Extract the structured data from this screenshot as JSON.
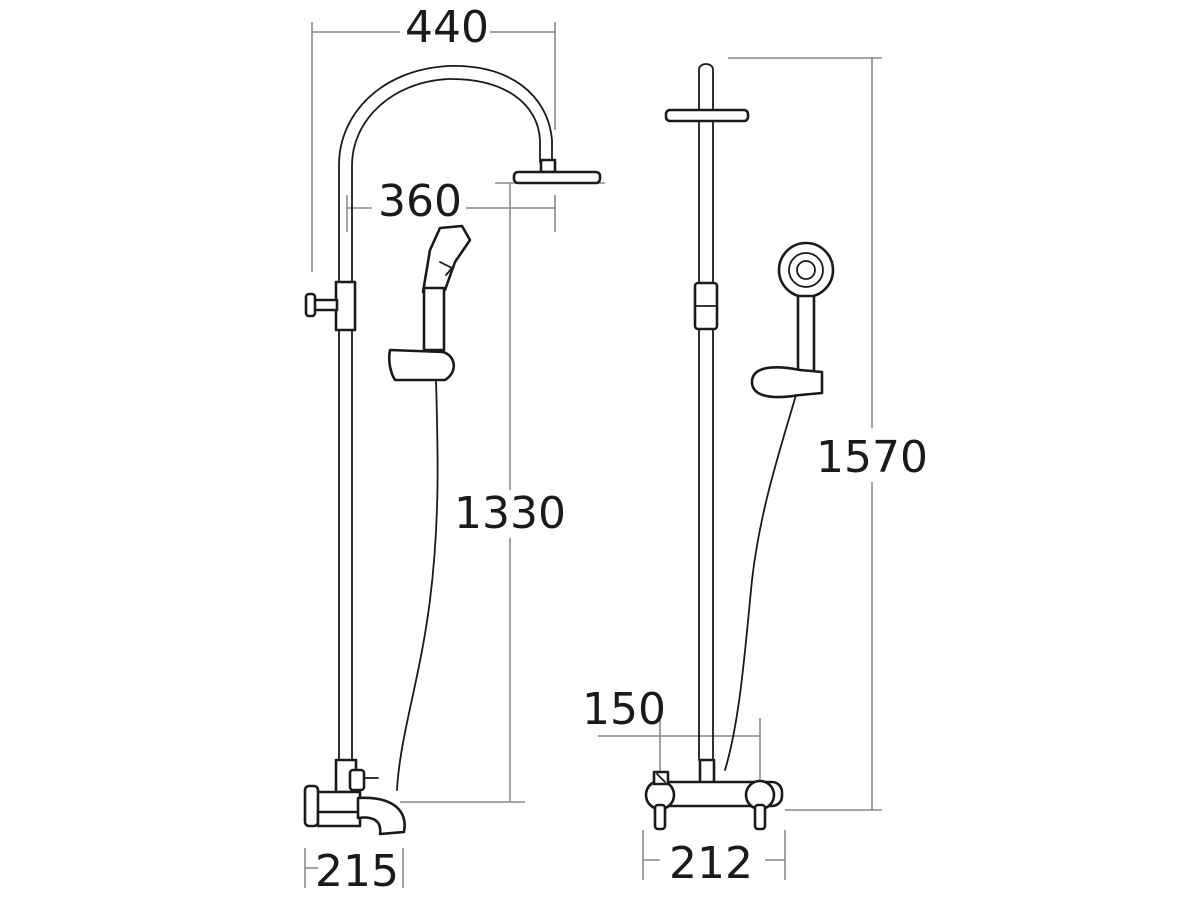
{
  "diagram": {
    "colors": {
      "line": "#1a1a1a",
      "dimension": "#8a8a8a",
      "background": "#ffffff"
    },
    "side_view": {
      "dim_arm_reach": "440",
      "dim_head_offset": "360",
      "dim_head_height": "1330",
      "dim_spout_depth": "215"
    },
    "front_view": {
      "dim_total_height": "1570",
      "dim_inlet_centres_top": "150",
      "dim_mixer_width": "212"
    }
  }
}
